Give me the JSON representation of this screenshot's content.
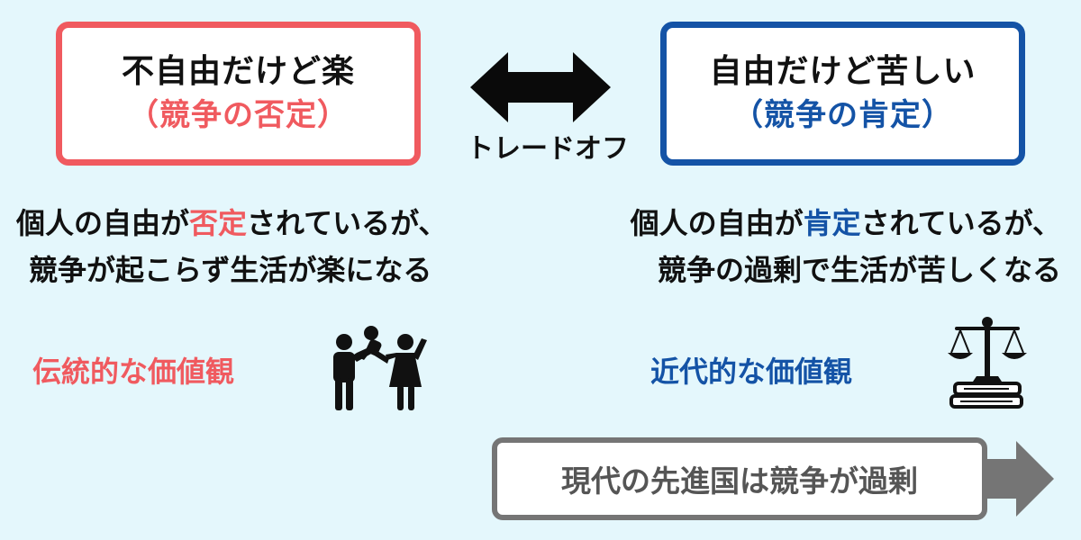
{
  "left_box": {
    "title": "不自由だけど楽",
    "subtitle": "（競争の否定）"
  },
  "right_box": {
    "title": "自由だけど苦しい",
    "subtitle": "（競争の肯定）"
  },
  "center": {
    "label": "トレードオフ"
  },
  "left_desc": {
    "line1_a": "個人の自由が",
    "line1_hl": "否定",
    "line1_b": "されているが、",
    "line2": "競争が起こらず生活が楽になる"
  },
  "right_desc": {
    "line1_a": "個人の自由が",
    "line1_hl": "肯定",
    "line1_b": "されているが、",
    "line2": "競争の過剰で生活が苦しくなる"
  },
  "left_value": "伝統的な価値観",
  "right_value": "近代的な価値観",
  "bottom": {
    "label": "現代の先進国は競争が過剰"
  },
  "icons": {
    "left": "family-icon",
    "right": "scales-and-books-icon",
    "middle": "double-arrow-icon",
    "bottom": "right-arrow-icon"
  },
  "colors": {
    "red": "#f05a5f",
    "blue": "#1453a6",
    "gray": "#757575",
    "background": "#e4f7fc"
  }
}
